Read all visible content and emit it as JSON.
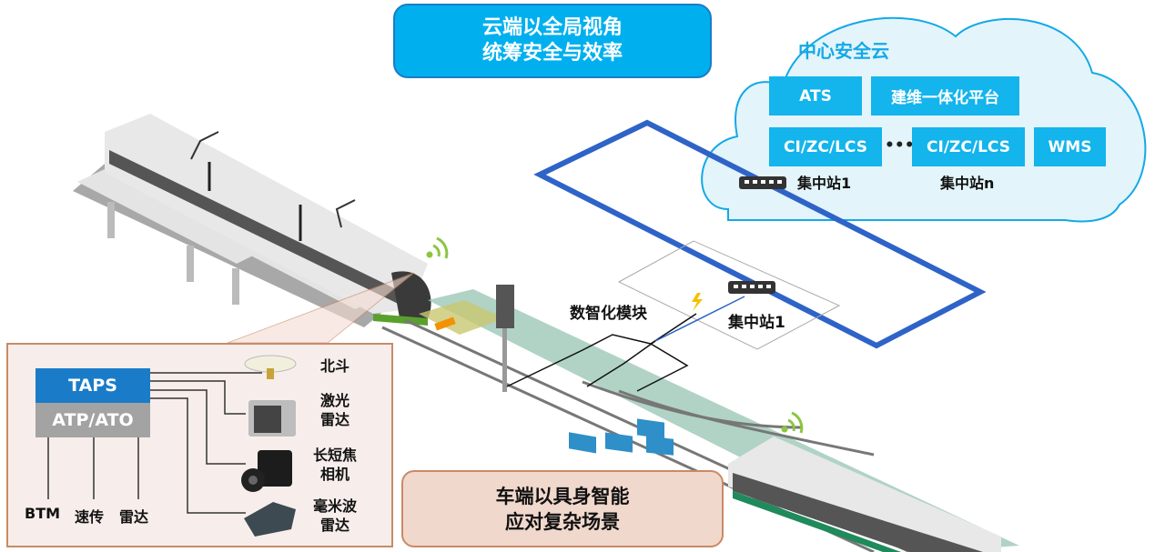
{
  "top_banner": {
    "line1": "云端以全局视角",
    "line2": "统筹安全与效率"
  },
  "bottom_banner": {
    "line1": "车端以具身智能",
    "line2": "应对复杂场景"
  },
  "cloud": {
    "title": "中心安全云",
    "boxes": {
      "ats": "ATS",
      "platform": "建维一体化平台",
      "ci1": "CI/ZC/LCS",
      "ellipsis": "•••",
      "cin": "CI/ZC/LCS",
      "wms": "WMS"
    },
    "station1": "集中站1",
    "stationn": "集中站n"
  },
  "trackside": {
    "module_label": "数智化模块",
    "station_label": "集中站1"
  },
  "onboard": {
    "taps": "TAPS",
    "atp": "ATP/ATO",
    "bottom_items": [
      "BTM",
      "速传",
      "雷达"
    ],
    "sensors": [
      {
        "line1": "北斗",
        "line2": ""
      },
      {
        "line1": "激光",
        "line2": "雷达"
      },
      {
        "line1": "长短焦",
        "line2": "相机"
      },
      {
        "line1": "毫米波",
        "line2": "雷达"
      }
    ]
  },
  "colors": {
    "cloud_blue": "#14b4ec",
    "ring_blue": "#2e63c8",
    "taps_blue": "#1a7cc8",
    "panel_border": "#c98a66",
    "signal_green": "#8cc63f"
  }
}
